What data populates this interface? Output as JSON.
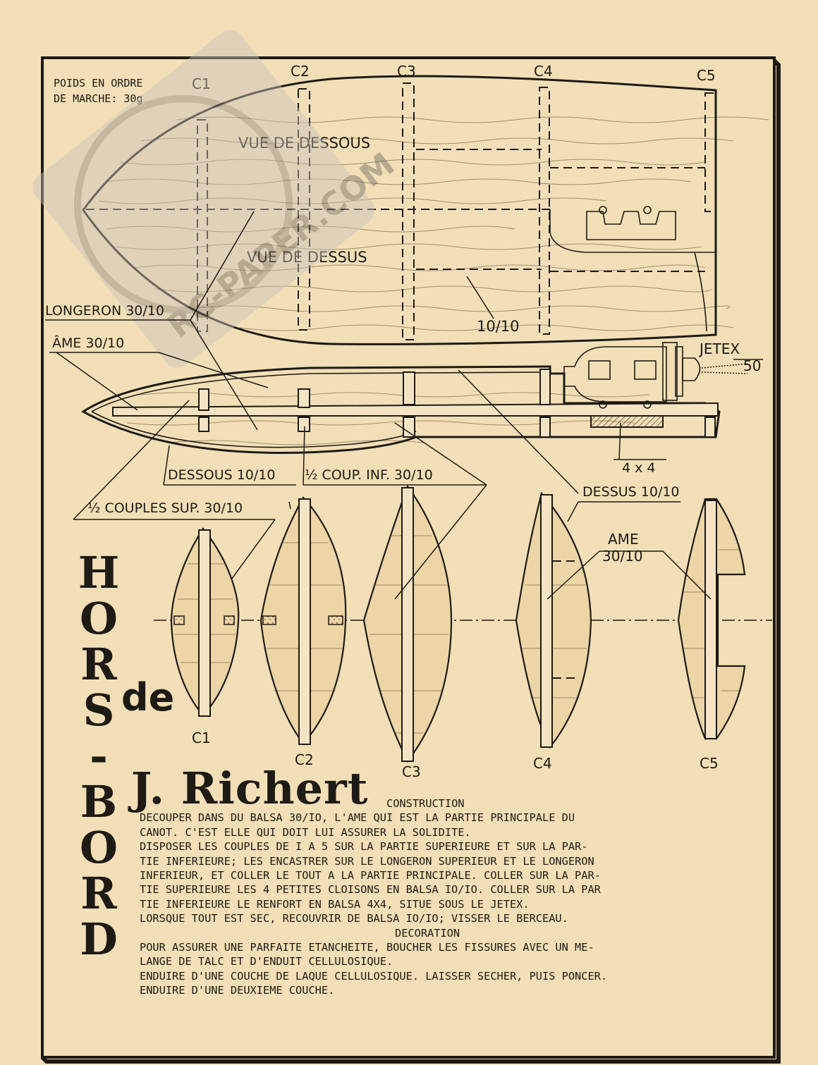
{
  "weight_note": [
    "POIDS EN ORDRE",
    "DE MARCHE: 30g"
  ],
  "top_view": {
    "bottom_view_label": "VUE DE DESSOUS",
    "top_view_label": "VUE DE DESSUS",
    "frame_marks": [
      "C1",
      "C2",
      "C3",
      "C4",
      "C5"
    ],
    "spar_label": "LONGERON 30/10",
    "sheet_label": "10/10"
  },
  "side_view": {
    "core_label": "ÂME 30/10",
    "engine_label": "JETEX",
    "engine_size": "50",
    "block_label": "4 x 4",
    "bottom_skin_label": "DESSOUS 10/10",
    "half_frame_lower_label": "½ COUP. INF. 30/10",
    "top_skin_label": "DESSUS 10/10",
    "half_frame_upper_label": "½ COUPLES SUP. 30/10"
  },
  "sections": {
    "core_label": [
      "AME",
      "30/10"
    ],
    "names": [
      "C1",
      "C2",
      "C3",
      "C4",
      "C5"
    ]
  },
  "title": {
    "letters": [
      "H",
      "O",
      "R",
      "S",
      "-",
      "B",
      "O",
      "R",
      "D"
    ],
    "connector": "de",
    "author": "J. Richert"
  },
  "instructions": {
    "construction_heading": "CONSTRUCTION",
    "construction_lines": [
      "DECOUPER DANS DU BALSA 30/IO, L'AME QUI EST LA PARTIE PRINCIPALE DU",
      "CANOT. C'EST ELLE QUI DOIT LUI ASSURER LA SOLIDITE.",
      "DISPOSER LES COUPLES DE I A 5 SUR LA PARTIE SUPERIEURE ET SUR LA PAR-",
      "TIE INFERIEURE; LES ENCASTRER SUR LE LONGERON SUPERIEUR ET LE LONGERON",
      "INFERIEUR, ET COLLER LE TOUT A LA PARTIE PRINCIPALE. COLLER SUR LA PAR-",
      "TIE SUPERIEURE LES 4 PETITES CLOISONS EN BALSA IO/IO. COLLER SUR LA PAR",
      "TIE INFERIEURE LE RENFORT EN BALSA 4X4, SITUE SOUS LE JETEX.",
      "LORSQUE TOUT EST SEC, RECOUVRIR DE BALSA IO/IO; VISSER LE BERCEAU."
    ],
    "decoration_heading": "DECORATION",
    "decoration_lines": [
      "POUR ASSURER UNE PARFAITE ETANCHEITE, BOUCHER LES FISSURES AVEC UN ME-",
      "LANGE DE TALC ET D'ENDUIT CELLULOSIQUE.",
      "ENDUIRE D'UNE COUCHE DE LAQUE CELLULOSIQUE. LAISSER SECHER, PUIS PONCER.",
      "ENDUIRE D'UNE DEUXIEME COUCHE."
    ]
  },
  "watermark": "RC-PAPER.COM"
}
